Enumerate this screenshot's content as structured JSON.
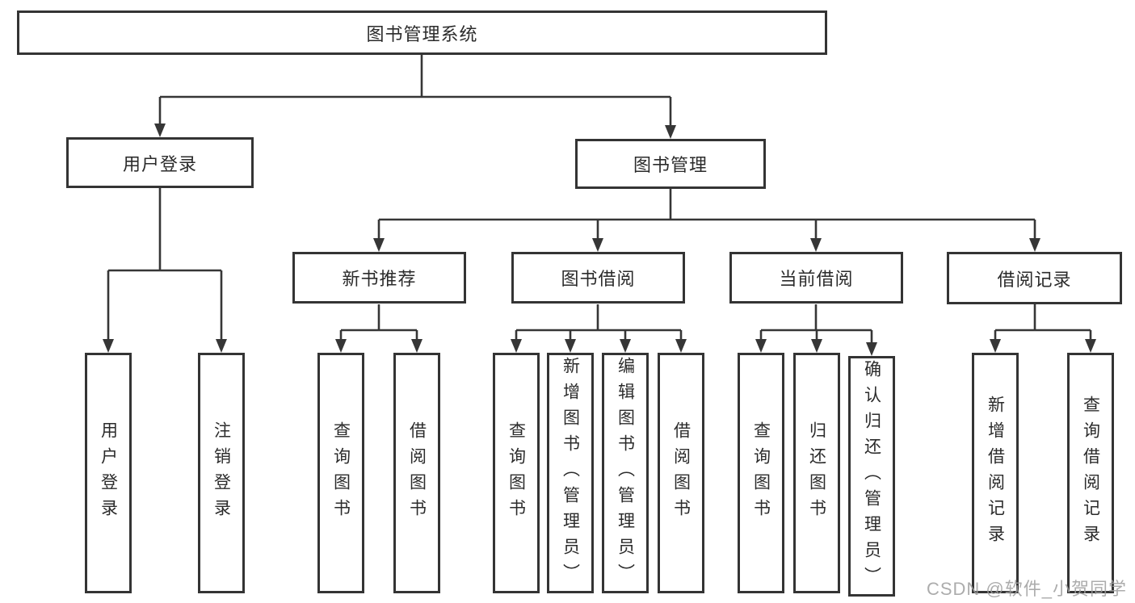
{
  "diagram": {
    "type": "hierarchy-tree",
    "title": "图书管理系统",
    "hierarchy": {
      "图书管理系统": {
        "用户登录": [
          "用户登录",
          "注销登录"
        ],
        "图书管理": {
          "新书推荐": [
            "查询图书",
            "借阅图书"
          ],
          "图书借阅": [
            "查询图书",
            "新增图书（管理员）",
            "编辑图书（管理员）",
            "借阅图书"
          ],
          "当前借阅": [
            "查询图书",
            "归还图书",
            "确认归还（管理员）"
          ],
          "借阅记录": [
            "新增借阅记录",
            "查询借阅记录"
          ]
        }
      }
    }
  },
  "nodes": {
    "system": "图书管理系统",
    "user_login": "用户登录",
    "book_mgmt": "图书管理",
    "new_book_rec": "新书推荐",
    "book_borrow": "图书借阅",
    "current_borrow": "当前借阅",
    "borrow_records": "借阅记录",
    "a1": "用户登录",
    "a2": "注销登录",
    "b1": "查询图书",
    "b2": "借阅图书",
    "c1": "查询图书",
    "c2": "新增图书（管理员）",
    "c3": "编辑图书（管理员）",
    "c4": "借阅图书",
    "d1": "查询图书",
    "d2": "归还图书",
    "d3": "确认归还（管理员）",
    "e1": "新增借阅记录",
    "e2": "查询借阅记录"
  },
  "watermark": {
    "text": "CSDN @软件_小贺同学"
  },
  "colors": {
    "line": "#363636",
    "box_border": "#343434",
    "box_fill": "#ffffff",
    "text": "#2b2b2b",
    "watermark": "#9e9e9e",
    "background": "#ffffff"
  }
}
